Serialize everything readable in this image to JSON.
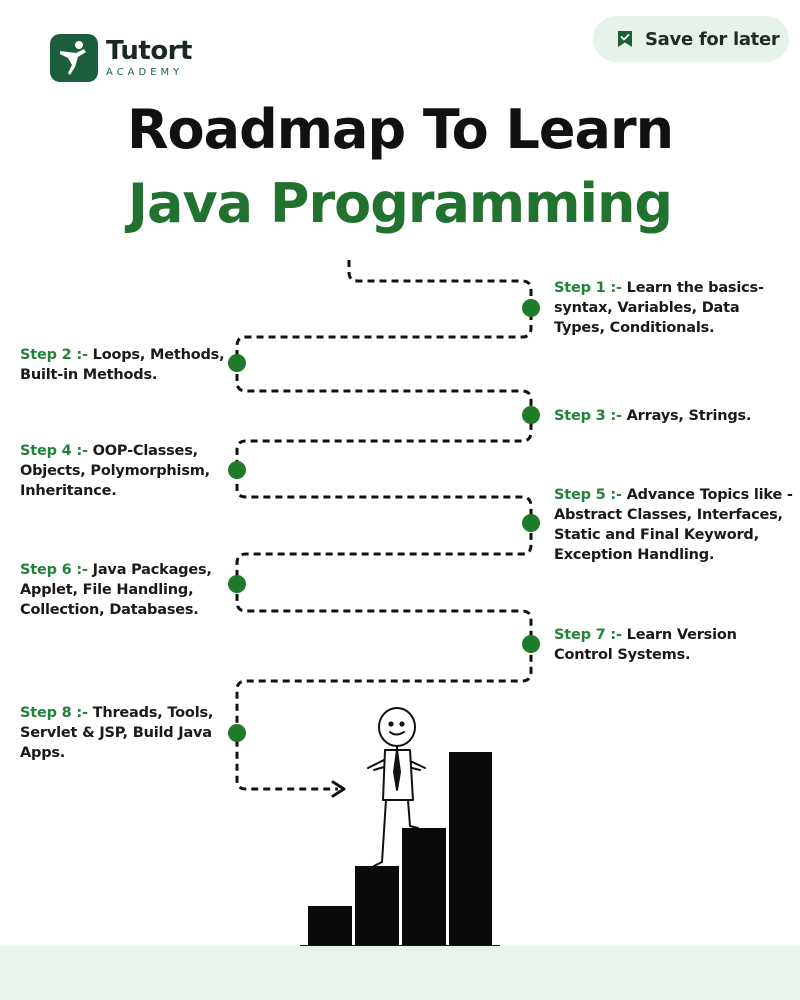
{
  "brand": {
    "name": "Tutort",
    "tagline": "ACADEMY"
  },
  "save_button": {
    "label": "Save for later",
    "icon": "bookmark-icon"
  },
  "title": {
    "line1": "Roadmap To Learn",
    "line2": "Java Programming"
  },
  "steps": [
    {
      "label": "Step 1 :-",
      "text": "Learn the basics-syntax, Variables, Data Types, Conditionals."
    },
    {
      "label": "Step 2 :-",
      "text": "Loops, Methods, Built-in Methods."
    },
    {
      "label": "Step 3 :-",
      "text": "Arrays, Strings."
    },
    {
      "label": "Step 4 :-",
      "text": "OOP-Classes, Objects, Polymorphism, Inheritance."
    },
    {
      "label": "Step 5 :-",
      "text": "Advance Topics like - Abstract Classes, Interfaces, Static and Final Keyword, Exception Handling."
    },
    {
      "label": "Step 6 :-",
      "text": "Java Packages, Applet, File Handling, Collection, Databases."
    },
    {
      "label": "Step 7 :-",
      "text": "Learn Version Control Systems."
    },
    {
      "label": "Step 8 :-",
      "text": "Threads, Tools, Servlet & JSP, Build Java Apps."
    }
  ],
  "colors": {
    "accent_green": "#21722f",
    "brand_dark_green": "#1b5e3b",
    "button_bg": "#e7f3ea",
    "footer_bg": "#e8f4ea",
    "dot_green": "#1f7a2a"
  }
}
